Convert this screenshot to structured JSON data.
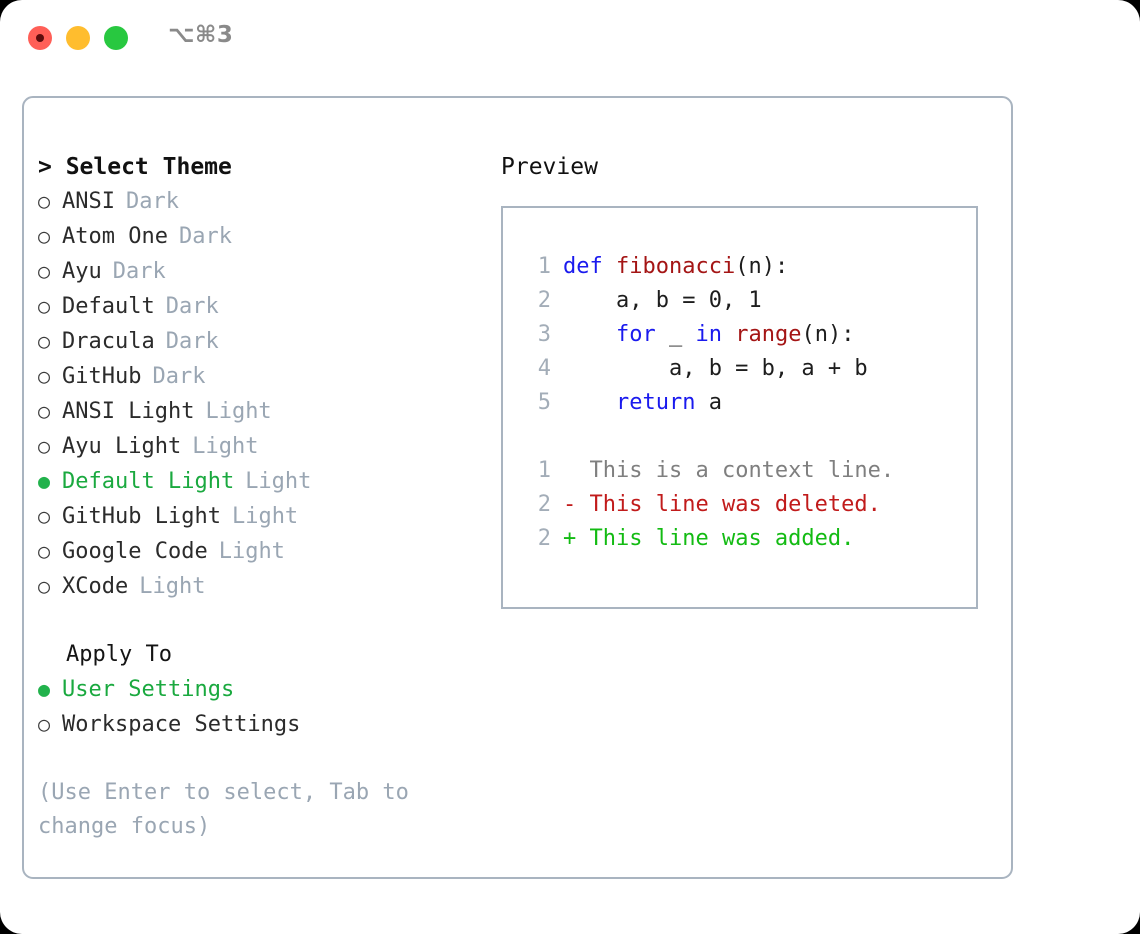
{
  "titlebar": {
    "shortcut": "⌥⌘3",
    "buttons": [
      "close",
      "minimize",
      "maximize"
    ]
  },
  "theme_list": {
    "header": "> Select Theme",
    "items": [
      {
        "bullet": "○",
        "selected": false,
        "name": "ANSI",
        "category": "Dark"
      },
      {
        "bullet": "○",
        "selected": false,
        "name": "Atom One",
        "category": "Dark"
      },
      {
        "bullet": "○",
        "selected": false,
        "name": "Ayu",
        "category": "Dark"
      },
      {
        "bullet": "○",
        "selected": false,
        "name": "Default",
        "category": "Dark"
      },
      {
        "bullet": "○",
        "selected": false,
        "name": "Dracula",
        "category": "Dark"
      },
      {
        "bullet": "○",
        "selected": false,
        "name": "GitHub",
        "category": "Dark"
      },
      {
        "bullet": "○",
        "selected": false,
        "name": "ANSI Light",
        "category": "Light"
      },
      {
        "bullet": "○",
        "selected": false,
        "name": "Ayu Light",
        "category": "Light"
      },
      {
        "bullet": "●",
        "selected": true,
        "name": "Default Light",
        "category": "Light"
      },
      {
        "bullet": "○",
        "selected": false,
        "name": "GitHub Light",
        "category": "Light"
      },
      {
        "bullet": "○",
        "selected": false,
        "name": "Google Code",
        "category": "Light"
      },
      {
        "bullet": "○",
        "selected": false,
        "name": "XCode",
        "category": "Light"
      }
    ]
  },
  "apply_to": {
    "title": "Apply To",
    "items": [
      {
        "bullet": "●",
        "selected": true,
        "name": "User Settings"
      },
      {
        "bullet": "○",
        "selected": false,
        "name": "Workspace Settings"
      }
    ]
  },
  "hint": "(Use Enter to select, Tab to change focus)",
  "preview": {
    "title": "Preview",
    "code_lines": [
      {
        "no": "1",
        "tokens": [
          {
            "t": "def ",
            "c": "kw"
          },
          {
            "t": "fibonacci",
            "c": "fn"
          },
          {
            "t": "(n):",
            "c": "plain"
          }
        ]
      },
      {
        "no": "2",
        "tokens": [
          {
            "t": "    a, b = 0, 1",
            "c": "plain"
          }
        ]
      },
      {
        "no": "3",
        "tokens": [
          {
            "t": "    ",
            "c": "plain"
          },
          {
            "t": "for",
            "c": "kw"
          },
          {
            "t": " _ ",
            "c": "plain"
          },
          {
            "t": "in",
            "c": "kw"
          },
          {
            "t": " ",
            "c": "plain"
          },
          {
            "t": "range",
            "c": "fn"
          },
          {
            "t": "(n):",
            "c": "plain"
          }
        ]
      },
      {
        "no": "4",
        "tokens": [
          {
            "t": "        a, b = b, a + b",
            "c": "plain"
          }
        ]
      },
      {
        "no": "5",
        "tokens": [
          {
            "t": "    ",
            "c": "plain"
          },
          {
            "t": "return",
            "c": "kw"
          },
          {
            "t": " a",
            "c": "plain"
          }
        ]
      }
    ],
    "diff_lines": [
      {
        "no": "1",
        "marker": "  ",
        "text": "This is a context line.",
        "kind": "ctx"
      },
      {
        "no": "2",
        "marker": "- ",
        "text": "This line was deleted.",
        "kind": "del"
      },
      {
        "no": "2",
        "marker": "+ ",
        "text": "This line was added.",
        "kind": "add"
      }
    ]
  },
  "colors": {
    "accent_green": "#22b24c",
    "muted": "#9aa6b3",
    "border": "#a9b4c0",
    "keyword": "#1a1aee",
    "function": "#a41515",
    "diff_added": "#13bb13",
    "diff_deleted": "#c11b1b"
  }
}
